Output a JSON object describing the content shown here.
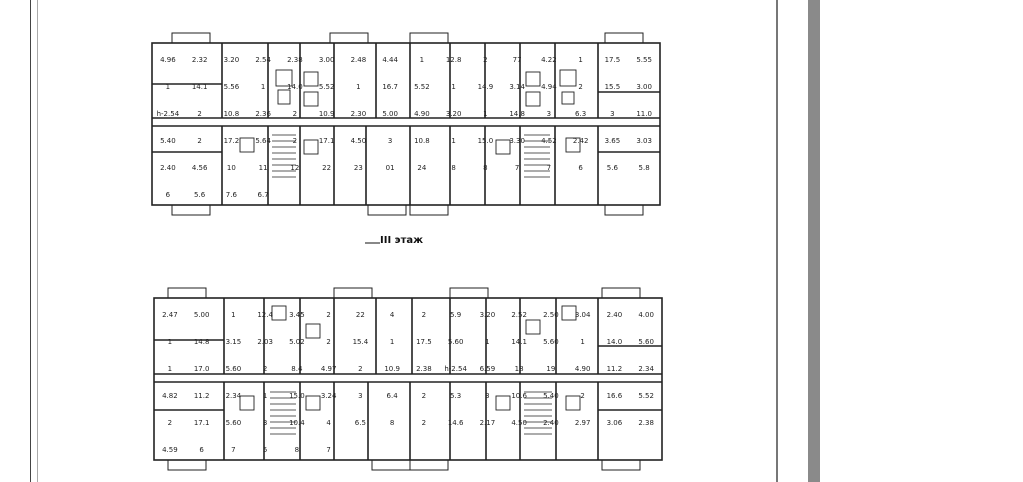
{
  "floor_label": "III этаж",
  "plan_upper": [
    "4.96",
    "2.32",
    "3.20",
    "2.54",
    "2.38",
    "3.00",
    "2.48",
    "4.44",
    "1",
    "12.8",
    "2",
    "77",
    "4.22",
    "1",
    "17.5",
    "5.55",
    "1",
    "14.1",
    "5.56",
    "1",
    "14.0",
    "5.52",
    "1",
    "16.7",
    "5.52",
    "1",
    "14.9",
    "3.14",
    "4.94",
    "2",
    "15.5",
    "3.00",
    "h-2.54",
    "2",
    "10.8",
    "2.36",
    "2",
    "10.9",
    "2.30",
    "5.00",
    "4.90",
    "3.20",
    "1",
    "14.8",
    "3",
    "6.3",
    "3",
    "11.0",
    "5.40",
    "2",
    "17.2",
    "5.64",
    "2",
    "17.1",
    "4.50",
    "3",
    "10.8",
    "1",
    "15.0",
    "3.30",
    "4.52",
    "2.42",
    "3.65",
    "3.03",
    "2.40",
    "4.56",
    "10",
    "11",
    "12",
    "22",
    "23",
    "01",
    "24",
    "8",
    "8",
    "7",
    "7",
    "6",
    "5.6",
    "5.8",
    "6",
    "5.6",
    "7.6",
    "6.7"
  ],
  "plan_lower": [
    "2.47",
    "5.00",
    "1",
    "12.4",
    "3.45",
    "2",
    "22",
    "4",
    "2",
    "5.9",
    "3.20",
    "2.52",
    "2.50",
    "3.04",
    "2.40",
    "4.00",
    "1",
    "14.8",
    "3.15",
    "2.03",
    "5.02",
    "2",
    "15.4",
    "1",
    "17.5",
    "5.60",
    "1",
    "14.1",
    "5.60",
    "1",
    "14.0",
    "5.60",
    "1",
    "17.0",
    "5.60",
    "2",
    "8.4",
    "4.97",
    "2",
    "10.9",
    "2.38",
    "h-2.54",
    "6.59",
    "18",
    "19",
    "4.90",
    "11.2",
    "2.34",
    "4.82",
    "11.2",
    "2.34",
    "1",
    "15.0",
    "3.24",
    "3",
    "6.4",
    "2",
    "5.3",
    "3",
    "10.6",
    "5.40",
    "2",
    "16.6",
    "5.52",
    "2",
    "17.1",
    "5.60",
    "3",
    "10.4",
    "4",
    "6.5",
    "8",
    "2",
    "14.6",
    "2.17",
    "4.50",
    "2.40",
    "2.97",
    "3.06",
    "2.38",
    "4.59",
    "6",
    "7",
    "5",
    "8",
    "7"
  ]
}
